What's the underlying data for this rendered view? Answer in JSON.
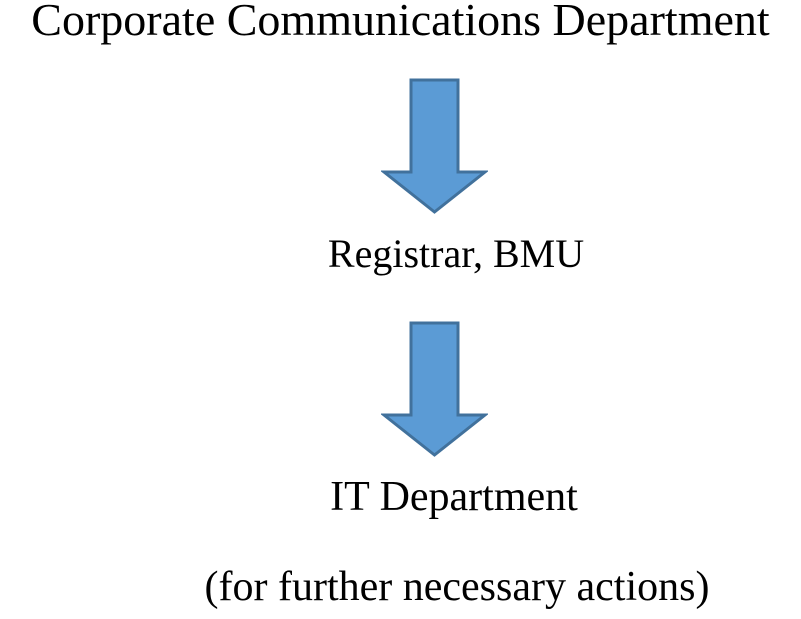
{
  "colors": {
    "background": "#FFFFFF",
    "text": "#000000",
    "arrow_fill": "#5B9BD5",
    "arrow_border": "#41719C"
  },
  "flow": {
    "title": "Corporate Communications Department",
    "steps": [
      {
        "label": "Registrar, BMU"
      },
      {
        "label": "IT Department",
        "sublabel": "(for further necessary actions)"
      }
    ],
    "arrows": [
      {
        "name": "down-arrow-1",
        "direction": "down"
      },
      {
        "name": "down-arrow-2",
        "direction": "down"
      }
    ]
  }
}
